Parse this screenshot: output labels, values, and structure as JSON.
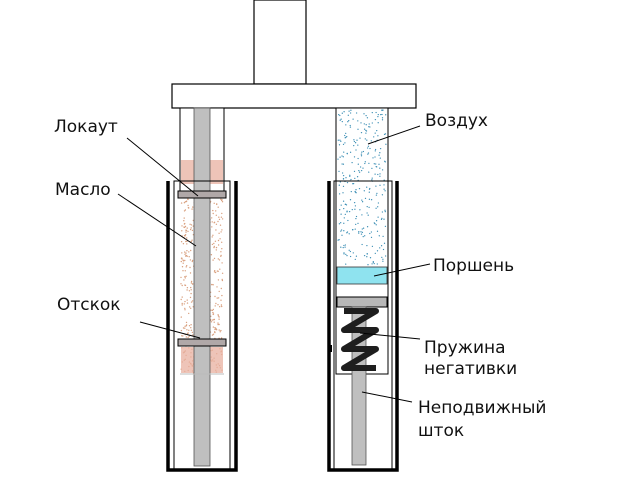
{
  "labels": {
    "lockout": "Локаут",
    "oil": "Масло",
    "rebound": "Отскок",
    "air": "Воздух",
    "piston": "Поршень",
    "spring_line1": "Пружина",
    "spring_line2": "негативки",
    "rod_line1": "Неподвижный",
    "rod_line2": "шток"
  },
  "colors": {
    "outline": "#000000",
    "rod": "#bfbfbf",
    "seal": "#b0a8a8",
    "oil_dots": "#d9a07f",
    "oil_band": "#e8b0a0",
    "air_dots": "#3d8fb5",
    "piston_fill": "#8fe3ef",
    "spring": "#1e1e1e"
  }
}
